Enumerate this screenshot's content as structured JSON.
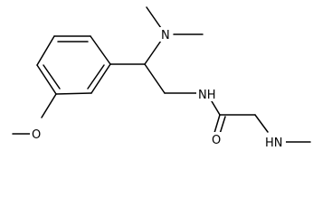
{
  "molecule": {
    "atom_labels": {
      "dimethylamino_n": "N",
      "amide_nh": "NH",
      "methoxy_o": "O",
      "carbonyl_o": "O",
      "methylamino_nh": "HN"
    }
  },
  "colors": {
    "bond": "#000000",
    "label": "#000000",
    "background": "#ffffff"
  }
}
